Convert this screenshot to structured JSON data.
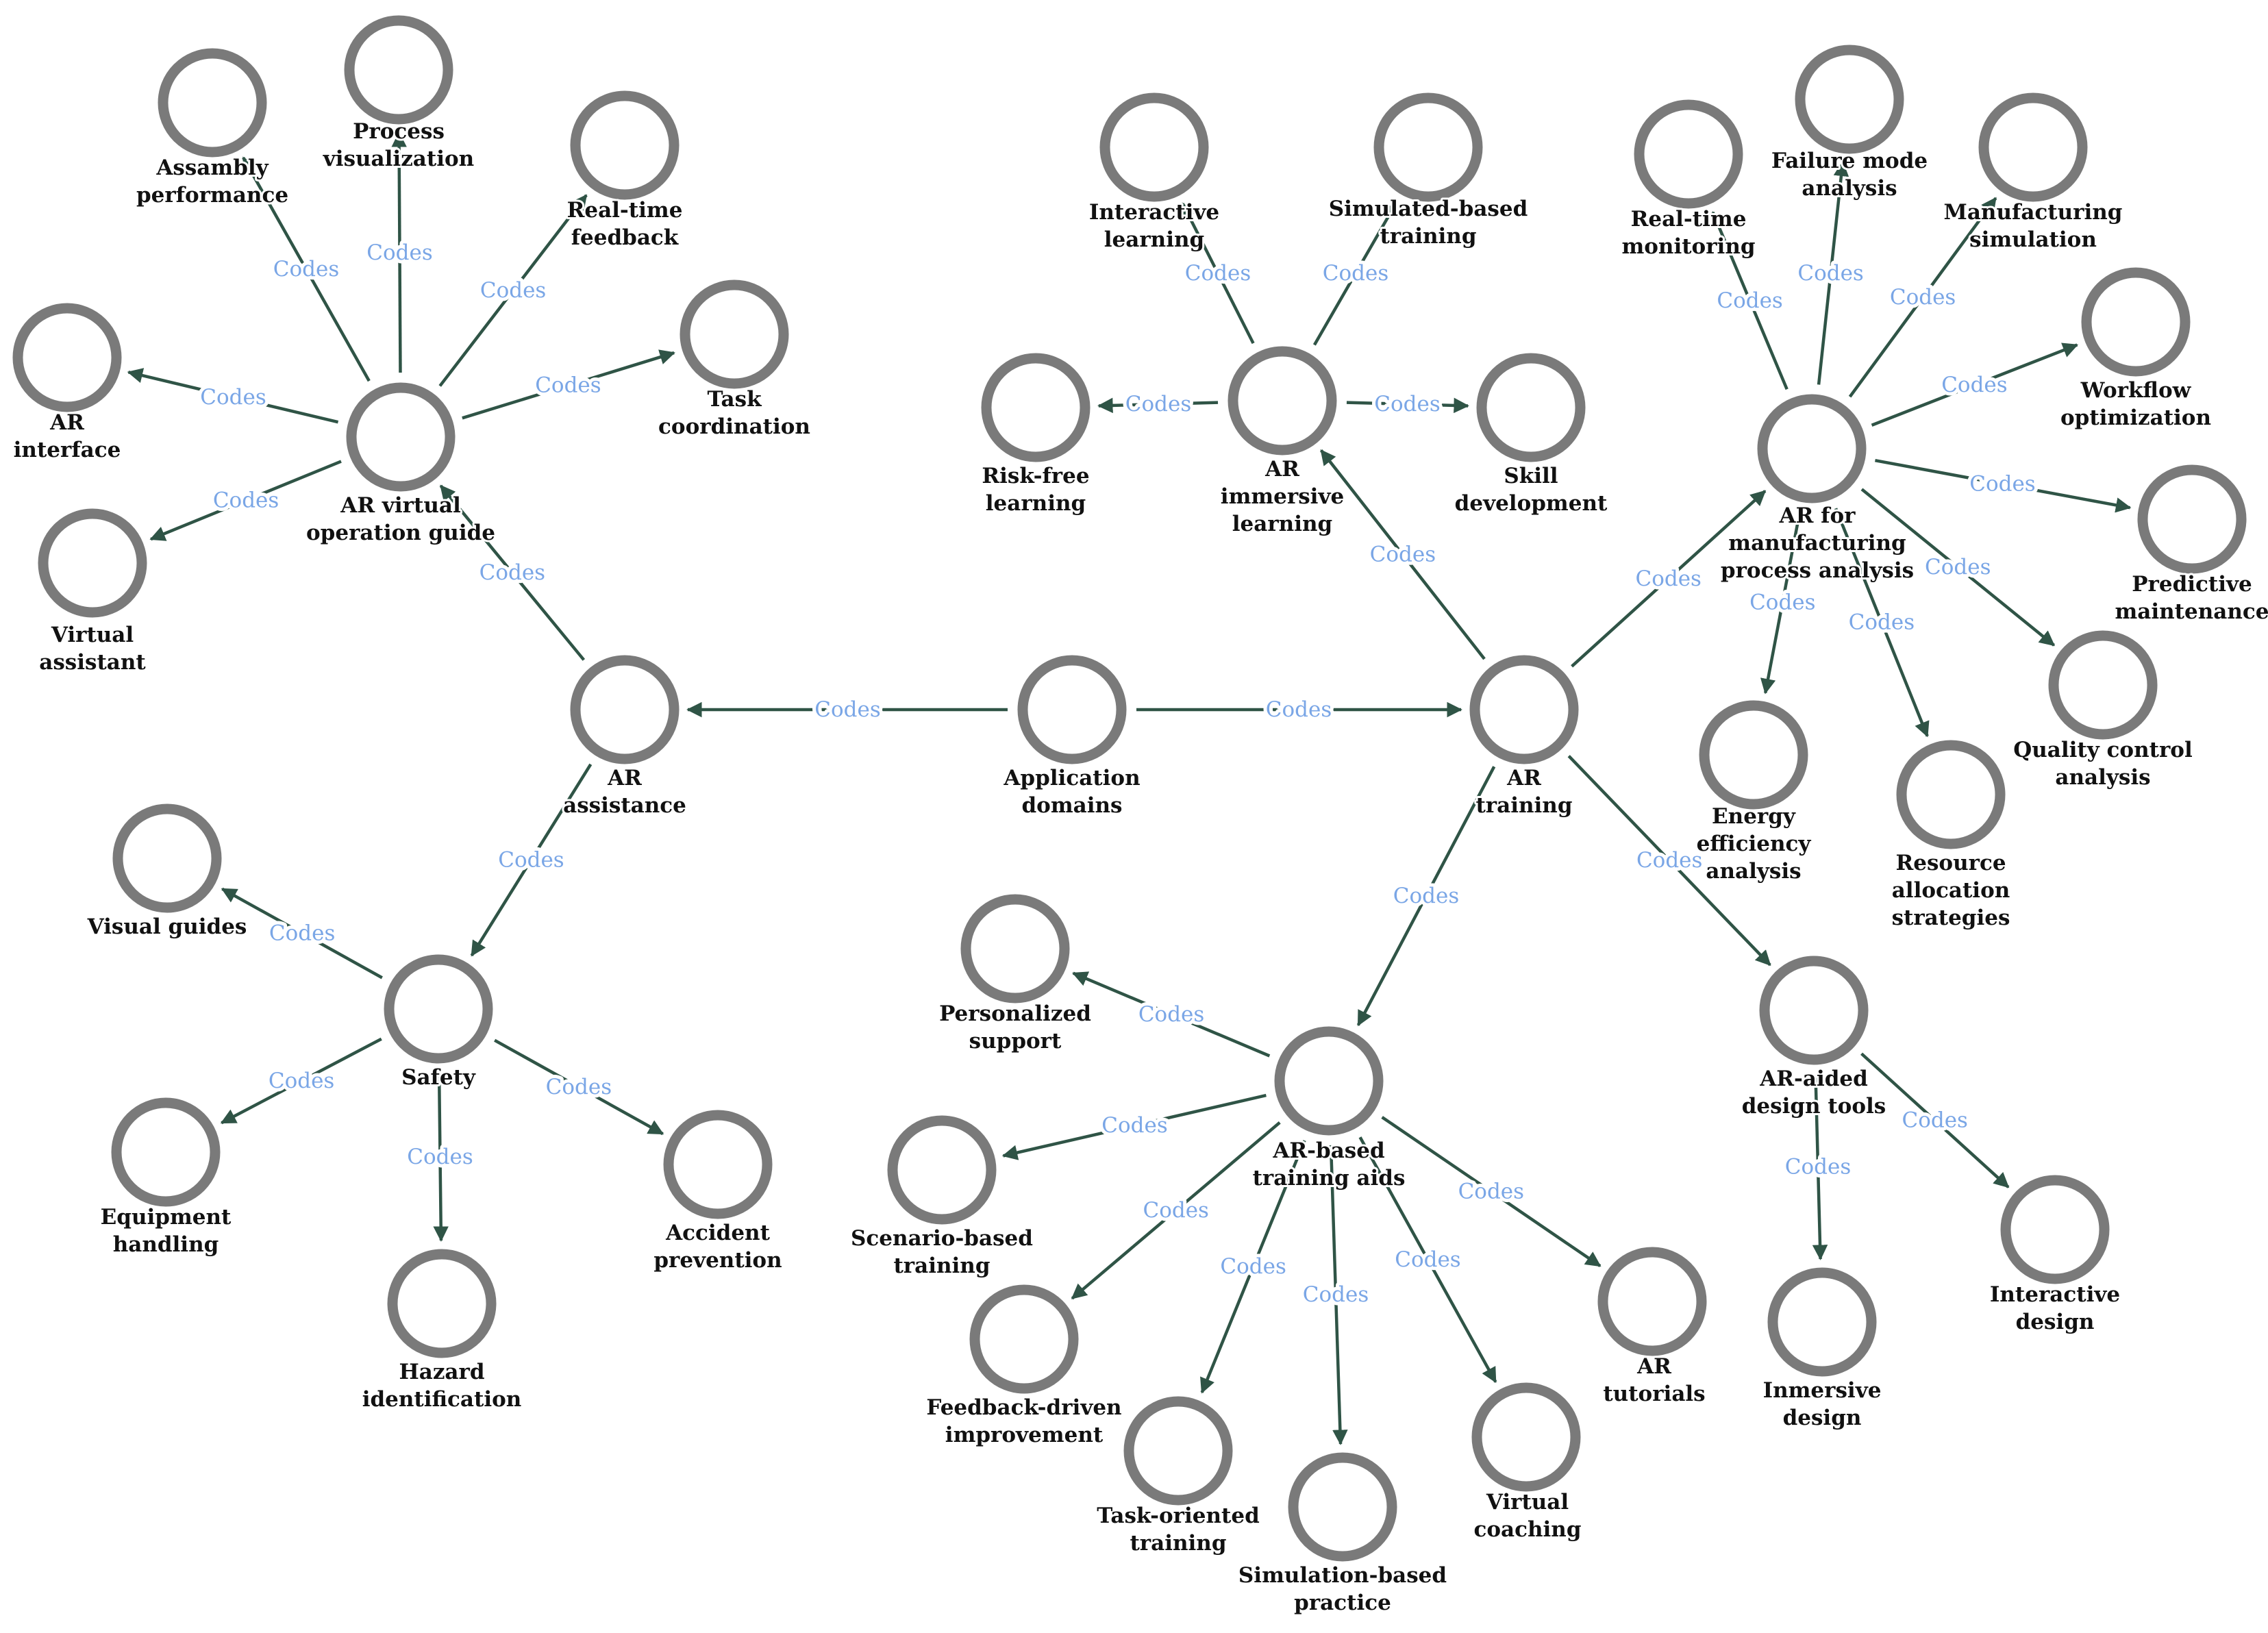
{
  "diagram": {
    "edge_label": "Codes",
    "colors": {
      "node_ring": "#7a7a7a",
      "edge": "#2f5446",
      "edge_label": "#7aa6e6",
      "node_text": "#111111"
    },
    "nodes": [
      {
        "id": "application-domains",
        "label": [
          "Application",
          "domains"
        ]
      },
      {
        "id": "ar-assistance",
        "label": [
          "AR",
          "assistance"
        ]
      },
      {
        "id": "ar-training",
        "label": [
          "AR",
          "training"
        ]
      },
      {
        "id": "ar-virtual-operation-guide",
        "label": [
          "AR virtual",
          "operation guide"
        ]
      },
      {
        "id": "assambly-performance",
        "label": [
          "Assambly",
          "performance"
        ]
      },
      {
        "id": "process-visualization",
        "label": [
          "Process",
          "visualization"
        ]
      },
      {
        "id": "real-time-feedback",
        "label": [
          "Real-time",
          "feedback"
        ]
      },
      {
        "id": "task-coordination",
        "label": [
          "Task",
          "coordination"
        ]
      },
      {
        "id": "ar-interface",
        "label": [
          "AR",
          "interface"
        ]
      },
      {
        "id": "virtual-assistant",
        "label": [
          "Virtual",
          "assistant"
        ]
      },
      {
        "id": "safety",
        "label": [
          "Safety"
        ]
      },
      {
        "id": "visual-guides",
        "label": [
          "Visual guides"
        ]
      },
      {
        "id": "equipment-handling",
        "label": [
          "Equipment",
          "handling"
        ]
      },
      {
        "id": "hazard-identification",
        "label": [
          "Hazard",
          "identification"
        ]
      },
      {
        "id": "accident-prevention",
        "label": [
          "Accident",
          "prevention"
        ]
      },
      {
        "id": "ar-immersive-learning",
        "label": [
          "AR",
          "immersive",
          "learning"
        ]
      },
      {
        "id": "interactive-learning",
        "label": [
          "Interactive",
          "learning"
        ]
      },
      {
        "id": "simulated-based-training",
        "label": [
          "Simulated-based",
          "training"
        ]
      },
      {
        "id": "risk-free-learning",
        "label": [
          "Risk-free",
          "learning"
        ]
      },
      {
        "id": "skill-development",
        "label": [
          "Skill",
          "development"
        ]
      },
      {
        "id": "ar-manufacturing",
        "label": [
          "AR for",
          "manufacturing",
          "process analysis"
        ]
      },
      {
        "id": "real-time-monitoring",
        "label": [
          "Real-time",
          "monitoring"
        ]
      },
      {
        "id": "failure-mode-analysis",
        "label": [
          "Failure mode",
          "analysis"
        ]
      },
      {
        "id": "manufacturing-simulation",
        "label": [
          "Manufacturing",
          "simulation"
        ]
      },
      {
        "id": "workflow-optimization",
        "label": [
          "Workflow",
          "optimization"
        ]
      },
      {
        "id": "predictive-maintenance",
        "label": [
          "Predictive",
          "maintenance"
        ]
      },
      {
        "id": "quality-control-analysis",
        "label": [
          "Quality control",
          "analysis"
        ]
      },
      {
        "id": "resource-allocation",
        "label": [
          "Resource",
          "allocation",
          "strategies"
        ]
      },
      {
        "id": "energy-efficiency",
        "label": [
          "Energy",
          "efficiency",
          "analysis"
        ]
      },
      {
        "id": "ar-based-training-aids",
        "label": [
          "AR-based",
          "training aids"
        ]
      },
      {
        "id": "personalized-support",
        "label": [
          "Personalized",
          "support"
        ]
      },
      {
        "id": "scenario-based-training",
        "label": [
          "Scenario-based",
          "training"
        ]
      },
      {
        "id": "feedback-driven",
        "label": [
          "Feedback-driven",
          "improvement"
        ]
      },
      {
        "id": "task-oriented-training",
        "label": [
          "Task-oriented",
          "training"
        ]
      },
      {
        "id": "simulation-based-practice",
        "label": [
          "Simulation-based",
          "practice"
        ]
      },
      {
        "id": "virtual-coaching",
        "label": [
          "Virtual",
          "coaching"
        ]
      },
      {
        "id": "ar-tutorials",
        "label": [
          "AR",
          "tutorials"
        ]
      },
      {
        "id": "ar-aided-design-tools",
        "label": [
          "AR-aided",
          "design tools"
        ]
      },
      {
        "id": "immersive-design",
        "label": [
          "Inmersive",
          "design"
        ]
      },
      {
        "id": "interactive-design",
        "label": [
          "Interactive",
          "design"
        ]
      }
    ],
    "edges": [
      {
        "from": "application-domains",
        "to": "ar-assistance"
      },
      {
        "from": "application-domains",
        "to": "ar-training"
      },
      {
        "from": "ar-assistance",
        "to": "ar-virtual-operation-guide"
      },
      {
        "from": "ar-assistance",
        "to": "safety"
      },
      {
        "from": "ar-virtual-operation-guide",
        "to": "assambly-performance"
      },
      {
        "from": "ar-virtual-operation-guide",
        "to": "process-visualization"
      },
      {
        "from": "ar-virtual-operation-guide",
        "to": "real-time-feedback"
      },
      {
        "from": "ar-virtual-operation-guide",
        "to": "task-coordination"
      },
      {
        "from": "ar-virtual-operation-guide",
        "to": "ar-interface"
      },
      {
        "from": "ar-virtual-operation-guide",
        "to": "virtual-assistant"
      },
      {
        "from": "safety",
        "to": "visual-guides"
      },
      {
        "from": "safety",
        "to": "equipment-handling"
      },
      {
        "from": "safety",
        "to": "hazard-identification"
      },
      {
        "from": "safety",
        "to": "accident-prevention"
      },
      {
        "from": "ar-training",
        "to": "ar-immersive-learning"
      },
      {
        "from": "ar-training",
        "to": "ar-manufacturing"
      },
      {
        "from": "ar-training",
        "to": "ar-based-training-aids"
      },
      {
        "from": "ar-training",
        "to": "ar-aided-design-tools"
      },
      {
        "from": "ar-immersive-learning",
        "to": "interactive-learning"
      },
      {
        "from": "ar-immersive-learning",
        "to": "simulated-based-training"
      },
      {
        "from": "ar-immersive-learning",
        "to": "risk-free-learning"
      },
      {
        "from": "ar-immersive-learning",
        "to": "skill-development"
      },
      {
        "from": "ar-manufacturing",
        "to": "real-time-monitoring"
      },
      {
        "from": "ar-manufacturing",
        "to": "failure-mode-analysis"
      },
      {
        "from": "ar-manufacturing",
        "to": "manufacturing-simulation"
      },
      {
        "from": "ar-manufacturing",
        "to": "workflow-optimization"
      },
      {
        "from": "ar-manufacturing",
        "to": "predictive-maintenance"
      },
      {
        "from": "ar-manufacturing",
        "to": "quality-control-analysis"
      },
      {
        "from": "ar-manufacturing",
        "to": "resource-allocation"
      },
      {
        "from": "ar-manufacturing",
        "to": "energy-efficiency"
      },
      {
        "from": "ar-based-training-aids",
        "to": "personalized-support"
      },
      {
        "from": "ar-based-training-aids",
        "to": "scenario-based-training"
      },
      {
        "from": "ar-based-training-aids",
        "to": "feedback-driven"
      },
      {
        "from": "ar-based-training-aids",
        "to": "task-oriented-training"
      },
      {
        "from": "ar-based-training-aids",
        "to": "simulation-based-practice"
      },
      {
        "from": "ar-based-training-aids",
        "to": "virtual-coaching"
      },
      {
        "from": "ar-based-training-aids",
        "to": "ar-tutorials"
      },
      {
        "from": "ar-aided-design-tools",
        "to": "immersive-design"
      },
      {
        "from": "ar-aided-design-tools",
        "to": "interactive-design"
      }
    ]
  }
}
